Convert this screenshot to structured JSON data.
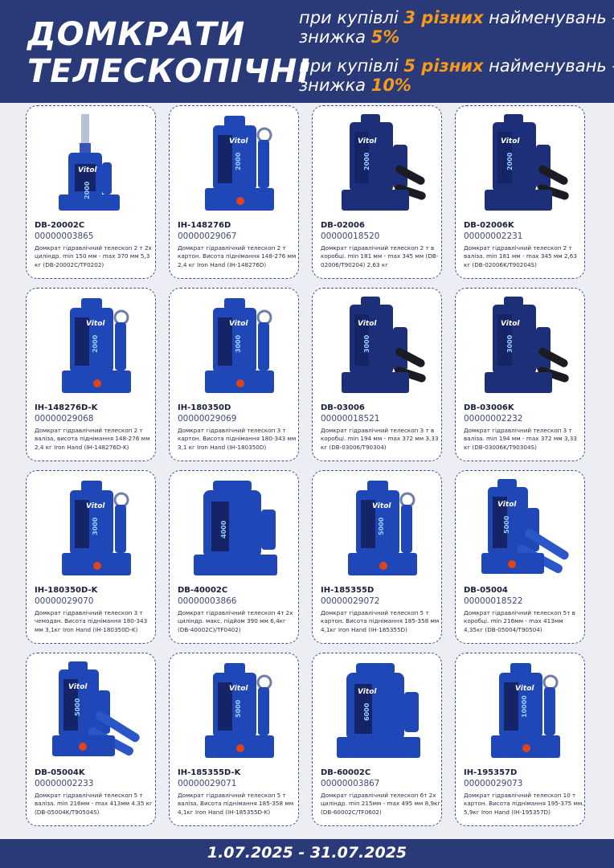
{
  "header": {
    "title_line1": "ДОМКРАТИ",
    "title_line2": "ТЕЛЕСКОПІЧНІ",
    "promo1": {
      "pre": "при купівлі ",
      "hl": "3 різних",
      "post": " найменувань -",
      "pre2": "знижка ",
      "pct": "5%"
    },
    "promo2": {
      "pre": "при купівлі ",
      "hl": "5 різних",
      "post": " найменувань -",
      "pre2": "знижка ",
      "pct": "10%"
    }
  },
  "products": [
    {
      "code": "DB-20002C",
      "sku": "00000003865",
      "desc": "Домкрат гідравлічний телескоп 2 т 2х циліндр. min 150 мм - max 370 мм 5,3 кг (DB-20002C/TF0202)",
      "style": "short",
      "label": "2000",
      "brand": "Vitol"
    },
    {
      "code": "IH-148276D",
      "sku": "00000029067",
      "desc": "Домкрат гідравлічний телескоп 2 т картон. Висота піднімання 148-276 мм 2,4 кг Iron Hand (IH-148276D)",
      "style": "std",
      "label": "2000",
      "brand": "Vitol"
    },
    {
      "code": "DB-02006",
      "sku": "00000018520",
      "desc": "Домкрат гідравлічний телескоп 2 т в коробці. min 181 мм - max 345 мм (DB-02006/T90204) 2,63 кг",
      "style": "dark",
      "label": "2000",
      "brand": "Vitol"
    },
    {
      "code": "DB-02006K",
      "sku": "00000002231",
      "desc": "Домкрат гідравлічний телескоп 2 т валіза. min 181 мм - max 345 мм 2,63 кг (DB-02006K/T90204S)",
      "style": "dark",
      "label": "2000",
      "brand": "Vitol"
    },
    {
      "code": "IH-148276D-K",
      "sku": "00000029068",
      "desc": "Домкрат гідравлічний телескоп 2 т валіза, висота піднімання 148-276 мм 2,4 кг Iron Hand (IH-148276D-K)",
      "style": "std",
      "label": "2000",
      "brand": "Vitol"
    },
    {
      "code": "IH-180350D",
      "sku": "00000029069",
      "desc": "Домкрат гідравлічний телескоп 3 т картон. Висота піднімання 180-343 мм 3,1 кг Iron Hand (IH-180350D)",
      "style": "std",
      "label": "3000",
      "brand": "Vitol"
    },
    {
      "code": "DB-03006",
      "sku": "00000018521",
      "desc": "Домкрат гідравлічний телескоп 3 т в коробці. min 194 мм - max 372 мм 3,33 кг (DB-03006/T90304)",
      "style": "dark",
      "label": "3000",
      "brand": "Vitol"
    },
    {
      "code": "DB-03006K",
      "sku": "00000002232",
      "desc": "Домкрат гідравлічний телескоп 3 т валіза. min 194 мм - max 372 мм 3,33 кг (DB-03006K/T90304S)",
      "style": "dark",
      "label": "3000",
      "brand": "Vitol"
    },
    {
      "code": "IH-180350D-K",
      "sku": "00000029070",
      "desc": "Домкрат гідравлічний телескоп 3 т чемодан. Висота піднімання 180-343 мм 3,1кг Iron Hand (IH-180350D-K)",
      "style": "std",
      "label": "3000",
      "brand": "Vitol"
    },
    {
      "code": "DB-40002C",
      "sku": "00000003866",
      "desc": "Домкрат гідравлічний телескоп 4т 2х циліндр. макс. підйом 390 мм 6,4кг (DB-40002C)/TF0402)",
      "style": "wide",
      "label": "4000",
      "brand": ""
    },
    {
      "code": "IH-185355D",
      "sku": "00000029072",
      "desc": "Домкрат гідравлічний телескоп 5 т картон. Висота піднімання 185-358 мм 4,1кг Iron Hand (IH-185355D)",
      "style": "std",
      "label": "5000",
      "brand": "Vitol"
    },
    {
      "code": "DB-05004",
      "sku": "00000018522",
      "desc": "Домкрат гідравлічний телескоп 5т в коробці. min 216мм - max 413мм 4,35кг (DB-05004/T90504)",
      "style": "pipe",
      "label": "5000",
      "brand": "Vitol"
    },
    {
      "code": "DB-05004K",
      "sku": "00000002233",
      "desc": "Домкрат гідравлічний телескоп 5 т валіза. min 216мм - max 413мм 4.35 кг (DB-05004K/T90504S)",
      "style": "pipe",
      "label": "5000",
      "brand": "Vitol"
    },
    {
      "code": "IH-185355D-K",
      "sku": "00000029071",
      "desc": "Домкрат гідравлічний телескоп 5 т валіза. Висота піднімання 185-358 мм 4,1кг Iron Hand (IH-185355D-K)",
      "style": "std",
      "label": "5000",
      "brand": "Vitol"
    },
    {
      "code": "DB-60002C",
      "sku": "00000003867",
      "desc": "Домкрат гідравлічний телескоп 6т 2х циліндр. min 215мм - max 495 мм 8,9кг (DB-60002C/TF0602)",
      "style": "wide",
      "label": "6000",
      "brand": "Vitol"
    },
    {
      "code": "IH-195357D",
      "sku": "00000029073",
      "desc": "Домкрат гідравлічний телескоп 10 т картон. Висота піднімання 195-375 мм. 5,9кг Iron Hand (IH-195357D)",
      "style": "std",
      "label": "10000",
      "brand": "Vitol"
    }
  ],
  "footer": {
    "dates": "1.07.2025 - 31.07.2025"
  },
  "colors": {
    "navy": "#2a3a78",
    "accent": "#f59a1a",
    "jack_blue": "#1f47b8",
    "jack_dark": "#1e2f7a",
    "handle_red": "#e0441c"
  }
}
